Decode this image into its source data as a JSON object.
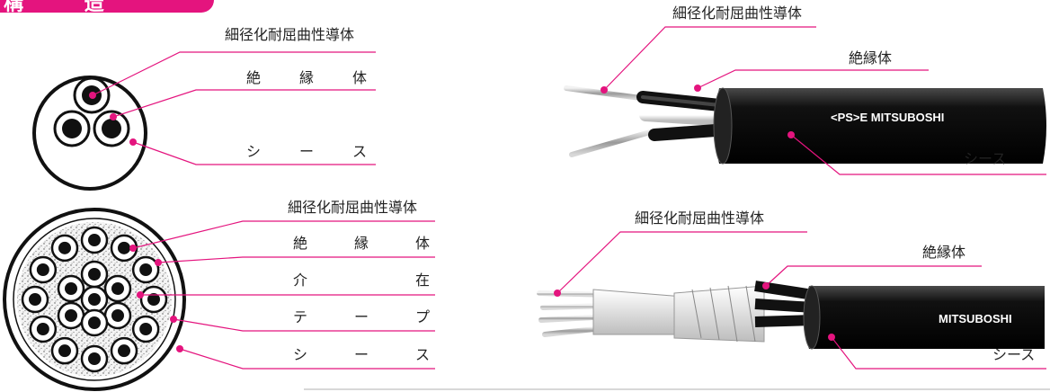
{
  "header": {
    "title_fragment": "構 造"
  },
  "diagram_1": {
    "labels": {
      "conductor": "細径化耐屈曲性導体",
      "insulation": [
        "絶",
        "縁",
        "体"
      ],
      "sheath": [
        "シ",
        "ー",
        "ス"
      ]
    }
  },
  "diagram_2": {
    "labels": {
      "conductor": "細径化耐屈曲性導体",
      "insulation": [
        "絶",
        "縁",
        "体"
      ],
      "filler": [
        "介",
        "在"
      ],
      "tape": [
        "テ",
        "ー",
        "プ"
      ],
      "sheath": [
        "シ",
        "ー",
        "ス"
      ]
    }
  },
  "cable_1": {
    "labels": {
      "conductor": "細径化耐屈曲性導体",
      "insulation": "絶縁体",
      "sheath": "シース"
    },
    "marking": "<PS>E  MITSUBOSHI"
  },
  "cable_2": {
    "labels": {
      "conductor": "細径化耐屈曲性導体",
      "insulation": "絶縁体",
      "sheath": "シース"
    },
    "marking": "MITSUBOSHI"
  },
  "colors": {
    "accent": "#e4147e",
    "cable": "#111111",
    "leader": "#e4147e"
  }
}
